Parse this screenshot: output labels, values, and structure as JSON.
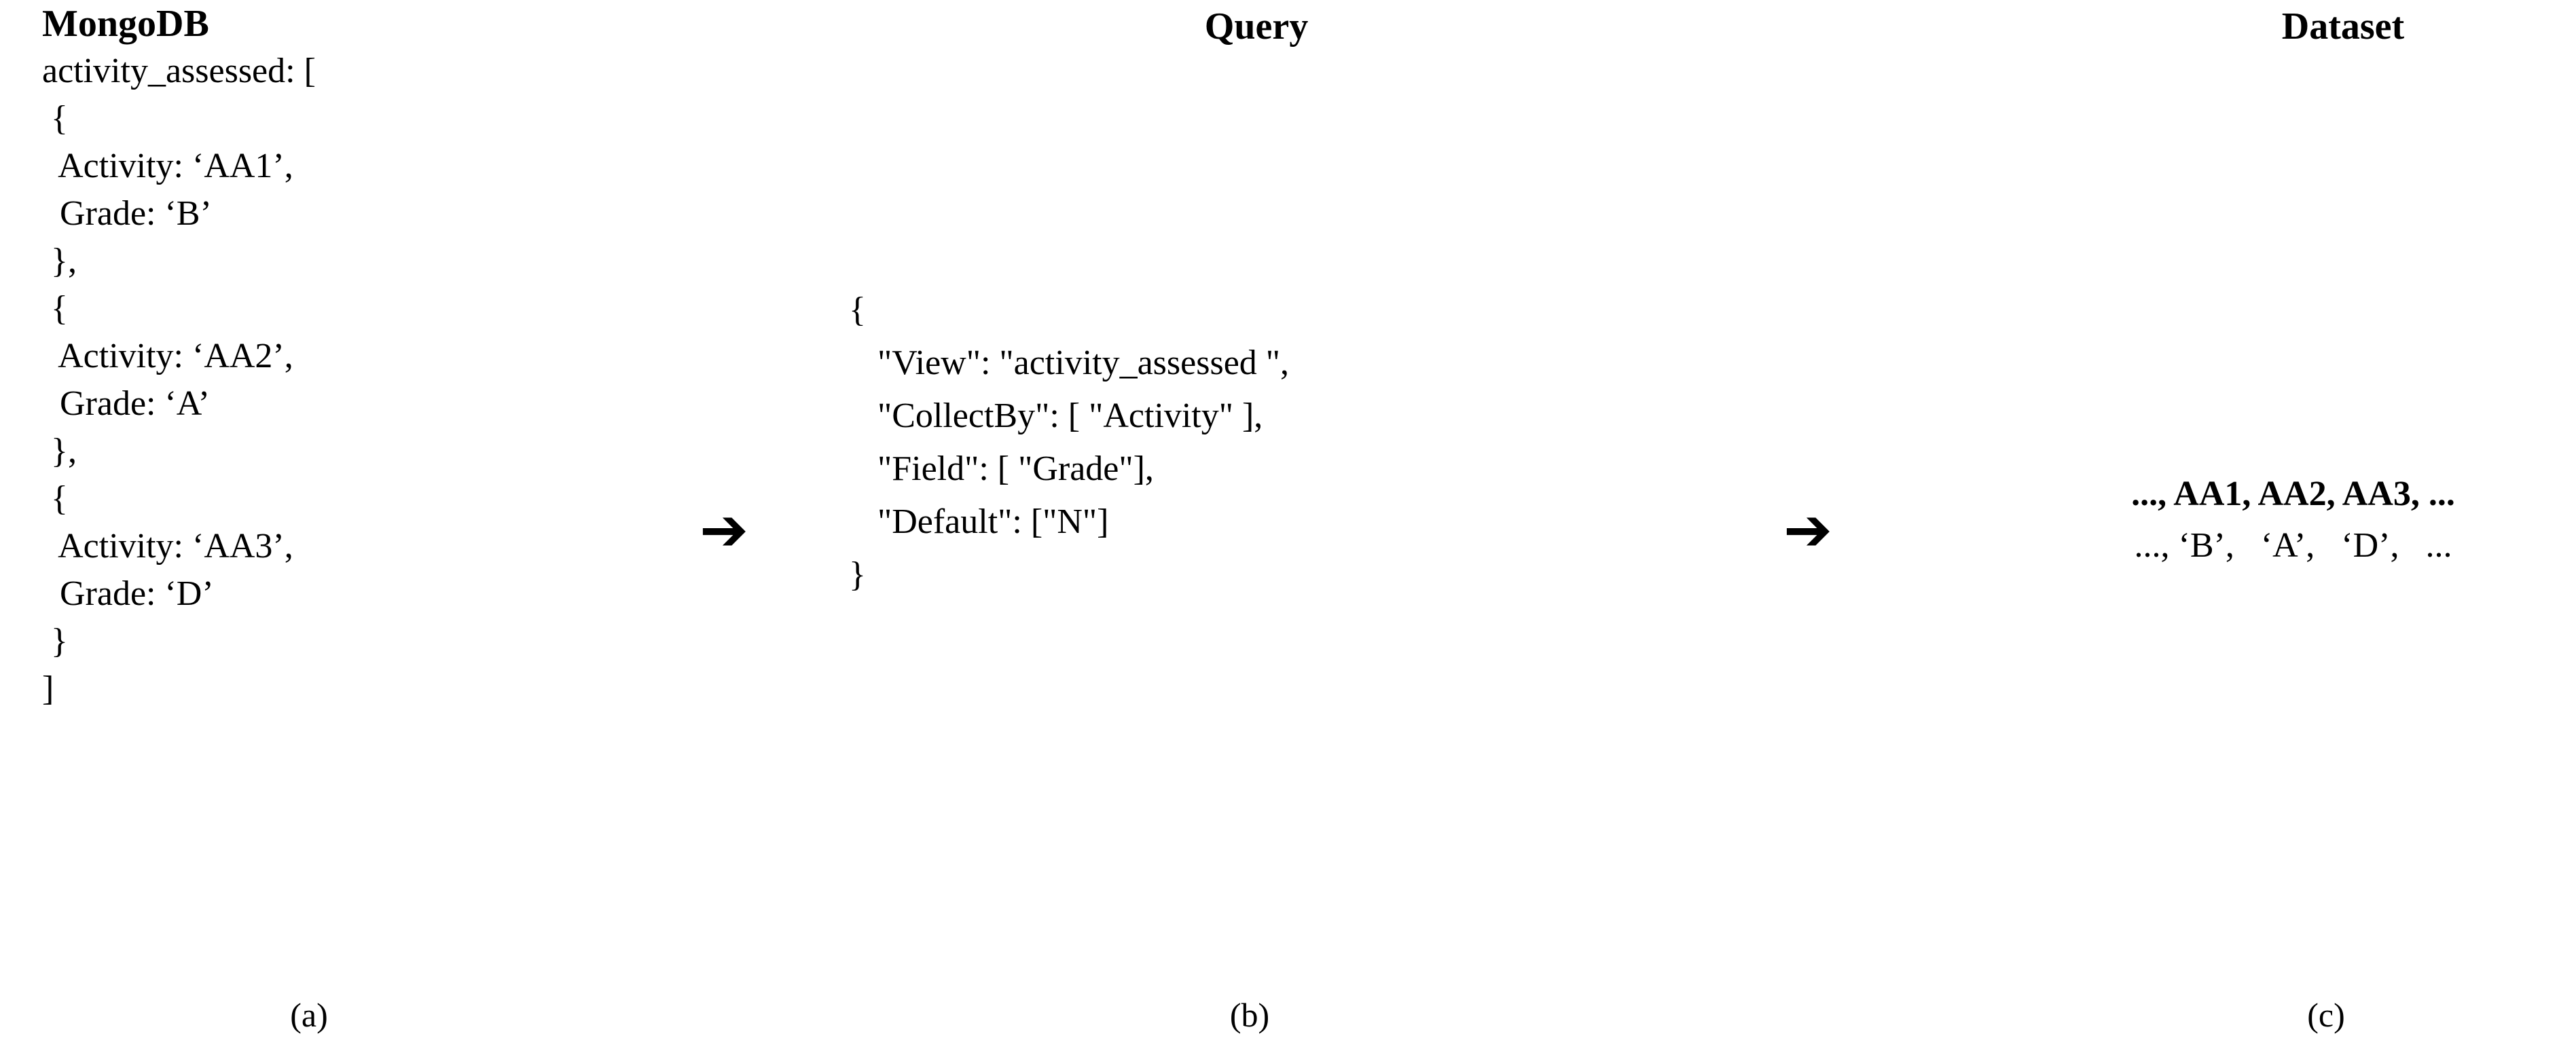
{
  "figure": {
    "background_color": "#ffffff",
    "text_color": "#000000",
    "arrow_glyph": "➔"
  },
  "panel_a": {
    "caption": "(a)",
    "title": "MongoDB",
    "lines": [
      "activity_assessed: [",
      " {",
      "  Activity: ‘AA1’,",
      "  Grade: ‘B’",
      " },",
      " {",
      "  Activity: ‘AA2’,",
      "  Grade: ‘A’",
      " },",
      " {",
      "  Activity: ‘AA3’,",
      "  Grade: ‘D’",
      " }",
      "]"
    ]
  },
  "panel_b": {
    "caption": "(b)",
    "title": "Query",
    "lines": [
      "{",
      "\"View\": \"activity_assessed \",",
      "\"CollectBy\": [ \"Activity\" ],",
      "\"Field\": [ \"Grade\"],",
      "\"Default\": [\"N\"]",
      "}"
    ],
    "query_fields": {
      "View": "activity_assessed ",
      "CollectBy": [
        "Activity"
      ],
      "Field": [
        "Grade"
      ],
      "Default": [
        "N"
      ]
    }
  },
  "panel_c": {
    "caption": "(c)",
    "title": "Dataset",
    "rows": [
      "..., AA1, AA2, AA3, ...",
      "..., ‘B’,   ‘A’,   ‘D’,   ..."
    ],
    "row_values": {
      "activities": [
        "AA1",
        "AA2",
        "AA3"
      ],
      "grades": [
        "B",
        "A",
        "D"
      ]
    }
  },
  "arrows": [
    {
      "name": "arrow-mongodb-to-query",
      "glyph": "➔"
    },
    {
      "name": "arrow-query-to-dataset",
      "glyph": "➔"
    }
  ]
}
